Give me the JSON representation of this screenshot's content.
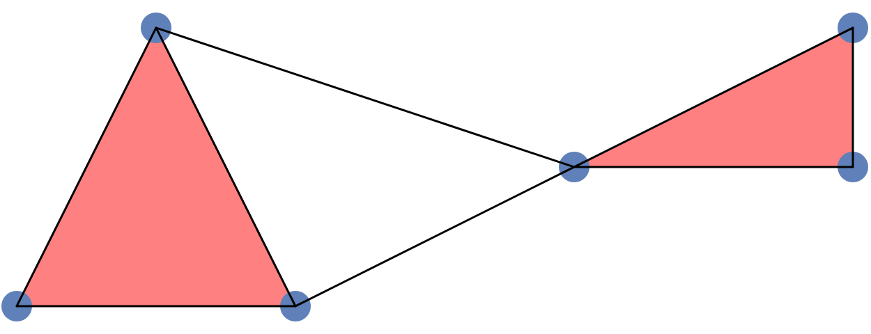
{
  "colors": {
    "background": "#ffffff",
    "face_fill": "#ff8080",
    "edge_stroke": "#000000",
    "node_fill": "#5f80b8"
  },
  "graph": {
    "nodes": [
      "n0",
      "n1",
      "n2",
      "n3",
      "n4",
      "n5"
    ],
    "edges": [
      [
        "n0",
        "n1"
      ],
      [
        "n1",
        "n2"
      ],
      [
        "n2",
        "n0"
      ],
      [
        "n0",
        "n3"
      ],
      [
        "n2",
        "n3"
      ],
      [
        "n3",
        "n4"
      ],
      [
        "n4",
        "n5"
      ],
      [
        "n5",
        "n3"
      ]
    ],
    "filled_faces": [
      [
        "n0",
        "n1",
        "n2"
      ],
      [
        "n3",
        "n4",
        "n5"
      ]
    ]
  }
}
